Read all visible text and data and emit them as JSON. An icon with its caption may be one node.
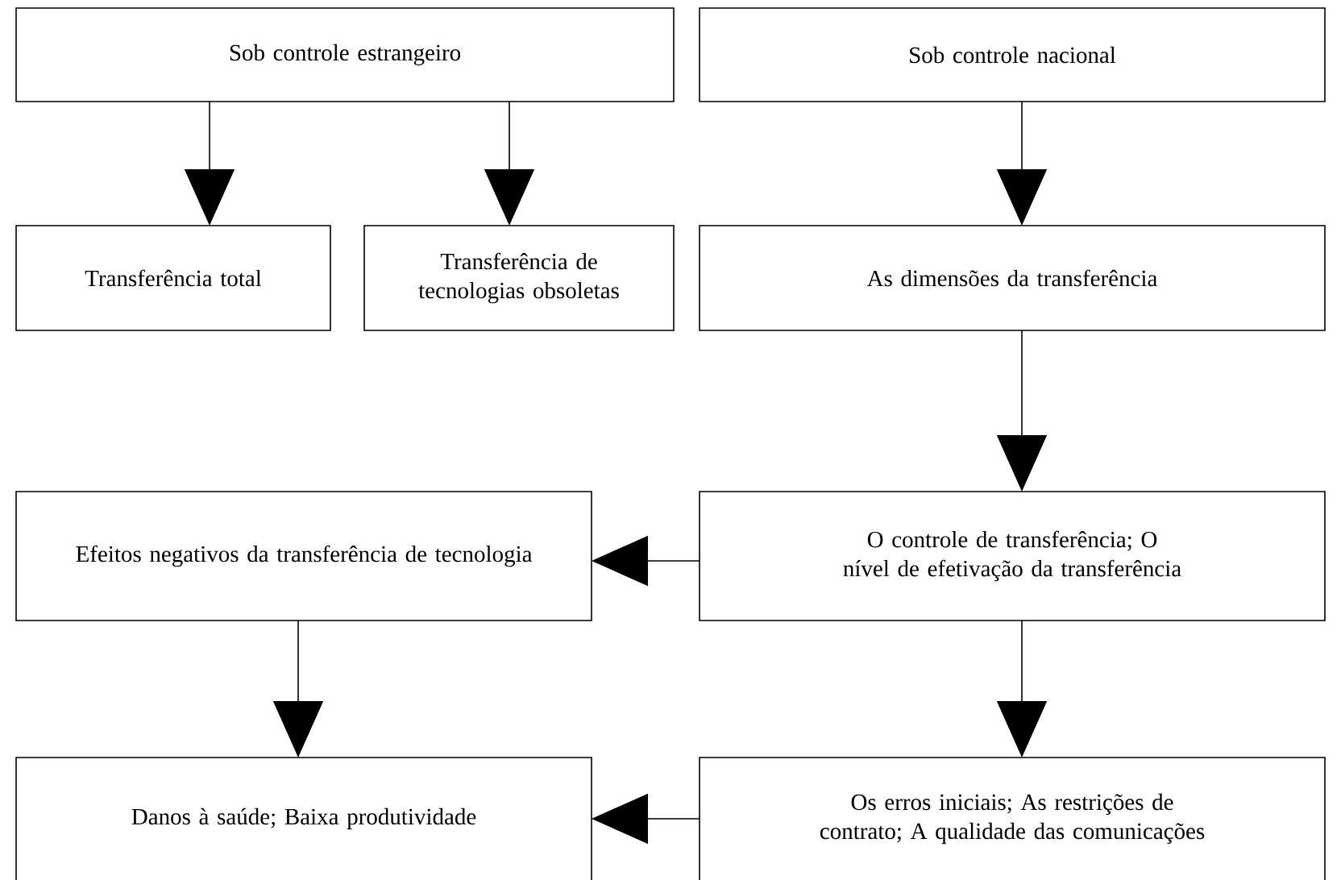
{
  "diagram": {
    "nodes": [
      {
        "text": [
          "Sob controle estrangeiro"
        ]
      },
      {
        "text": [
          "Sob controle nacional"
        ]
      },
      {
        "text": [
          "Transferência total"
        ]
      },
      {
        "text": [
          "Transferência de tecnologias obsoletas"
        ]
      },
      {
        "text": [
          "As dimensões da transferência"
        ]
      },
      {
        "text": [
          "Efeitos negativos da transferência de tecnologia"
        ]
      },
      {
        "text": [
          "O controle de transferência; O nível de efetivação da transferência"
        ]
      },
      {
        "text": [
          "Danos à saúde; Baixa produtividade"
        ]
      },
      {
        "text": [
          "Os erros iniciais; As restrições de contrato; A qualidade das comunicações"
        ]
      }
    ],
    "edges": [
      {
        "from": 0,
        "to": 2,
        "arrow": "to"
      },
      {
        "from": 0,
        "to": 3,
        "arrow": "to"
      },
      {
        "from": 1,
        "to": 4,
        "arrow": "to"
      },
      {
        "from": 4,
        "to": 6,
        "arrow": "to"
      },
      {
        "from": 6,
        "to": 5,
        "arrow": "to"
      },
      {
        "from": 5,
        "to": 7,
        "arrow": "to"
      },
      {
        "from": 6,
        "to": 8,
        "arrow": "to"
      },
      {
        "from": 8,
        "to": 7,
        "arrow": "to"
      }
    ]
  }
}
